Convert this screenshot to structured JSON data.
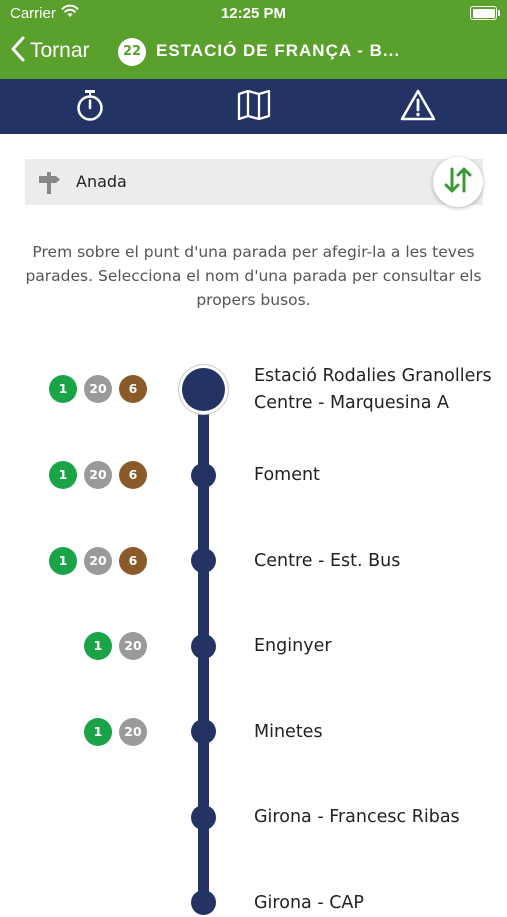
{
  "status_bar": {
    "carrier": "Carrier",
    "time": "12:25 PM"
  },
  "nav": {
    "back_label": "Tornar",
    "line_number": "22",
    "title": "ESTACIÓ DE FRANÇA - B..."
  },
  "tabs": [
    {
      "icon": "stopwatch-icon"
    },
    {
      "icon": "map-icon"
    },
    {
      "icon": "warning-icon"
    }
  ],
  "direction": {
    "label": "Anada",
    "icon": "signpost-icon",
    "swap_icon": "swap-arrows-icon"
  },
  "instructions": "Prem sobre el punt d'una parada per afegir-la a les teves parades. Selecciona el nom d'una parada per consultar els propers busos.",
  "colors": {
    "header_green": "#5aa02c",
    "navy": "#233464",
    "line_1": "#1aa347",
    "line_20": "#9a9a9a",
    "line_6": "#8b5a2b"
  },
  "stops": [
    {
      "name": "Estació Rodalies Granollers Centre - Marquesina A",
      "lines": [
        {
          "label": "1",
          "color": "#1aa347"
        },
        {
          "label": "20",
          "color": "#9a9a9a"
        },
        {
          "label": "6",
          "color": "#8b5a2b"
        }
      ]
    },
    {
      "name": "Foment",
      "lines": [
        {
          "label": "1",
          "color": "#1aa347"
        },
        {
          "label": "20",
          "color": "#9a9a9a"
        },
        {
          "label": "6",
          "color": "#8b5a2b"
        }
      ]
    },
    {
      "name": "Centre - Est. Bus",
      "lines": [
        {
          "label": "1",
          "color": "#1aa347"
        },
        {
          "label": "20",
          "color": "#9a9a9a"
        },
        {
          "label": "6",
          "color": "#8b5a2b"
        }
      ]
    },
    {
      "name": "Enginyer",
      "lines": [
        {
          "label": "1",
          "color": "#1aa347"
        },
        {
          "label": "20",
          "color": "#9a9a9a"
        }
      ]
    },
    {
      "name": "Minetes",
      "lines": [
        {
          "label": "1",
          "color": "#1aa347"
        },
        {
          "label": "20",
          "color": "#9a9a9a"
        }
      ]
    },
    {
      "name": "Girona - Francesc Ribas",
      "lines": []
    },
    {
      "name": "Girona - CAP",
      "lines": []
    }
  ]
}
